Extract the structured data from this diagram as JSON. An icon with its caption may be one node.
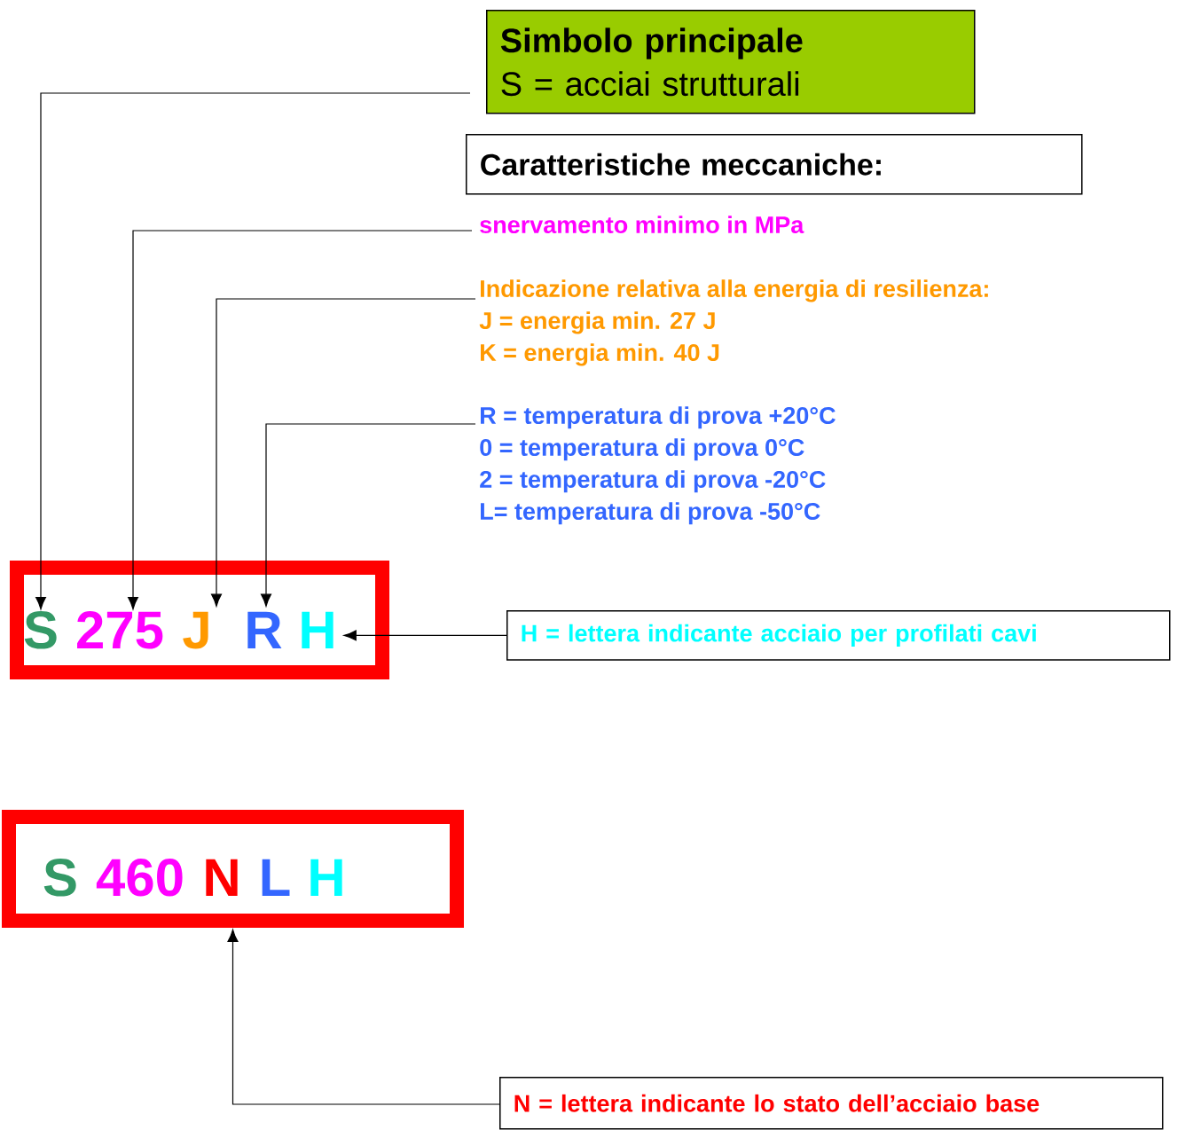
{
  "diagram": {
    "nodes": [
      {
        "text": [
          "Simbolo principale",
          "S = acciai strutturali"
        ]
      },
      {
        "text": [
          "Caratteristiche meccaniche:"
        ]
      },
      {
        "text": [
          "snervamento minimo in MPa"
        ]
      },
      {
        "text": [
          "Indicazione relativa alla energia di resilienza:",
          "J = energia min. 27 J",
          "K = energia min. 40 J"
        ]
      },
      {
        "text": [
          "R = temperatura di prova +20°C",
          "0 = temperatura di prova 0°C",
          "2 = temperatura di prova -20°C",
          "L= temperatura di prova -50°C"
        ]
      },
      {
        "text": [
          "H = lettera indicante acciaio per profilati cavi"
        ]
      },
      {
        "text": [],
        "shape": "box"
      },
      {
        "text": [
          "S"
        ],
        "in": 6
      },
      {
        "text": [
          "275"
        ],
        "in": 6
      },
      {
        "text": [
          "J"
        ],
        "in": 6
      },
      {
        "text": [
          "R"
        ],
        "in": 6
      },
      {
        "text": [
          "H"
        ],
        "in": 6
      },
      {
        "text": [],
        "shape": "box"
      },
      {
        "text": [
          "S"
        ],
        "in": 12
      },
      {
        "text": [
          "460"
        ],
        "in": 12
      },
      {
        "text": [
          "N"
        ],
        "in": 12
      },
      {
        "text": [
          "L"
        ],
        "in": 12
      },
      {
        "text": [
          "H"
        ],
        "in": 12
      },
      {
        "text": [
          "N = lettera indicante lo stato dell’acciaio base"
        ]
      }
    ],
    "edges": [
      {
        "from": 0,
        "to": 7,
        "arrow": "to"
      },
      {
        "from": 2,
        "to": 8,
        "arrow": "to"
      },
      {
        "from": 3,
        "to": 9,
        "arrow": "to"
      },
      {
        "from": 4,
        "to": 10,
        "arrow": "to"
      },
      {
        "from": 5,
        "to": 11,
        "arrow": "to"
      },
      {
        "from": 18,
        "to": 12,
        "arrow": "to"
      }
    ]
  }
}
